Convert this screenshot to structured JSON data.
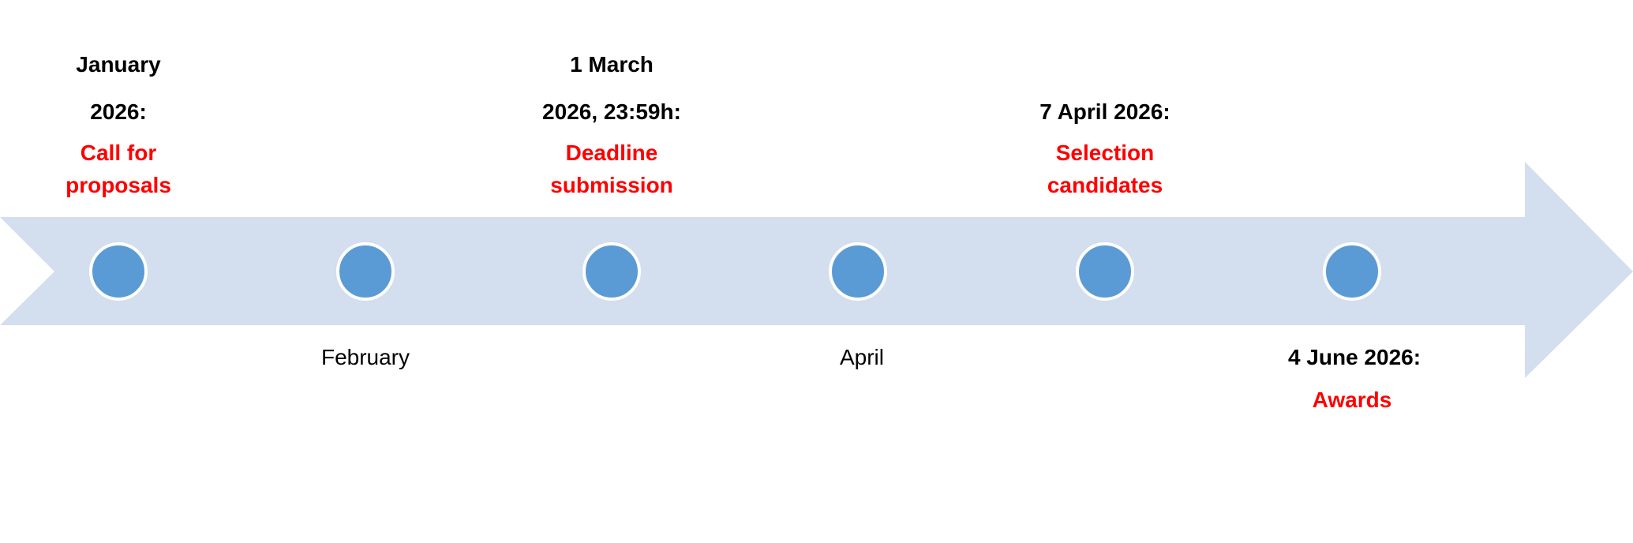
{
  "colors": {
    "band": "#D3DEEF",
    "milestone": "#5B9BD5",
    "highlight": "#FF0000",
    "text": "#000000"
  },
  "milestones": [
    {
      "date_line1": "January",
      "date_line2": "2026:",
      "event_line1": "Call for",
      "event_line2": "proposals"
    },
    {
      "month": "February"
    },
    {
      "date_line1": "1 March",
      "date_line2": "2026, 23:59h:",
      "event_line1": "Deadline",
      "event_line2": "submission"
    },
    {
      "month": "April"
    },
    {
      "date_line1": "7 April 2026:",
      "event_line1": "Selection",
      "event_line2": "candidates"
    },
    {
      "date_line1": "4 June 2026:",
      "event_line1": "Awards"
    }
  ]
}
